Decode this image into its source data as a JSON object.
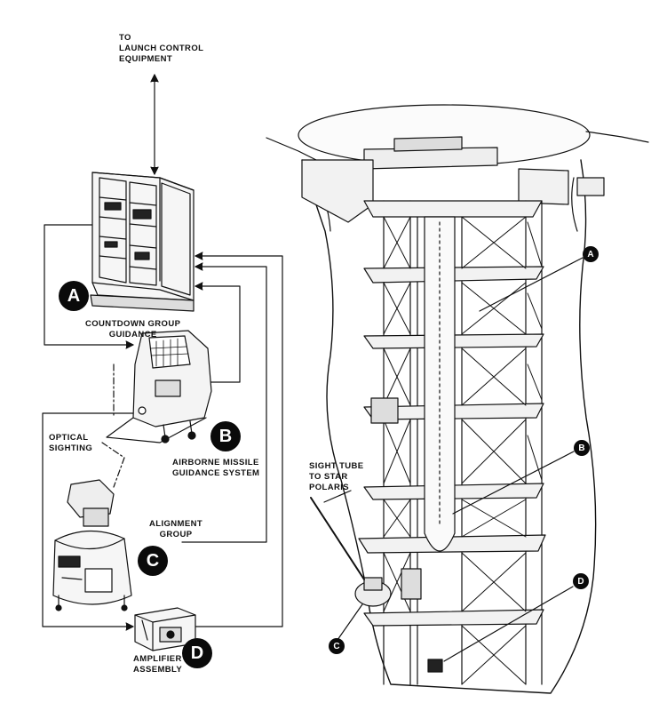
{
  "labels": {
    "launch_control": [
      "TO",
      "LAUNCH CONTROL",
      "EQUIPMENT"
    ],
    "countdown": [
      "COUNTDOWN GROUP",
      "GUIDANCE"
    ],
    "optical": [
      "OPTICAL",
      "SIGHTING"
    ],
    "airborne": [
      "AIRBORNE MISSILE",
      "GUIDANCE SYSTEM"
    ],
    "alignment": [
      "ALIGNMENT",
      "GROUP"
    ],
    "amplifier": [
      "AMPLIFIER",
      "ASSEMBLY"
    ],
    "sight_tube": [
      "SIGHT TUBE",
      "TO STAR",
      "POLARIS"
    ]
  },
  "badges": {
    "a": "A",
    "b": "B",
    "c": "C",
    "d": "D"
  },
  "colors": {
    "ink": "#111111",
    "paper": "#ffffff"
  }
}
